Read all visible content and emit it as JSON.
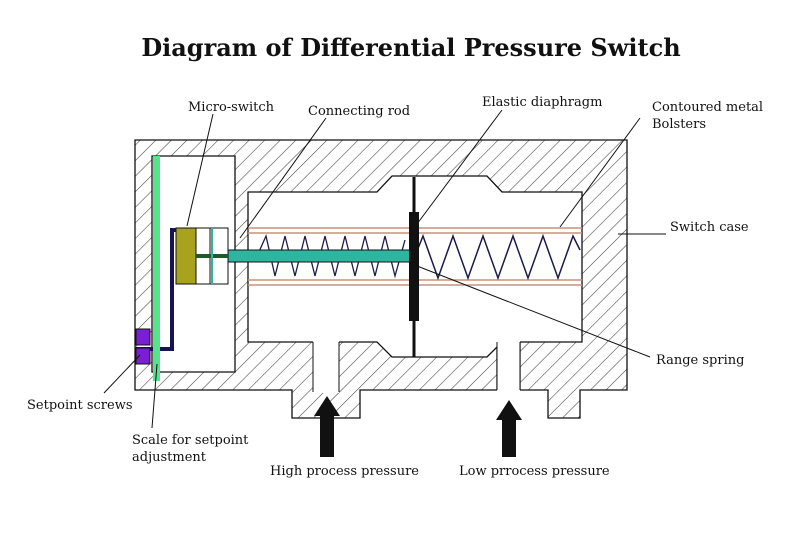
{
  "title": "Diagram of Differential Pressure Switch",
  "labels": {
    "micro_switch": "Micro-switch",
    "connecting_rod": "Connecting rod",
    "elastic_diaphragm": "Elastic diaphragm",
    "bolsters_line1": "Contoured metal",
    "bolsters_line2": "Bolsters",
    "switch_case": "Switch case",
    "range_spring": "Range spring",
    "setpoint_screws": "Setpoint screws",
    "scale_line1": "Scale for setpoint",
    "scale_line2": "adjustment",
    "high_pressure": "High process pressure",
    "low_pressure": "Low prrocess pressure"
  },
  "colors": {
    "scale_bar": "#57e38a",
    "micro_switch": "#a8a21c",
    "connecting_rod": "#2eb5a0",
    "setpoint_screw": "#7a1fd6",
    "bracket": "#141452",
    "bolster_line": "#c8917a",
    "spring": "#1b1b4a"
  }
}
